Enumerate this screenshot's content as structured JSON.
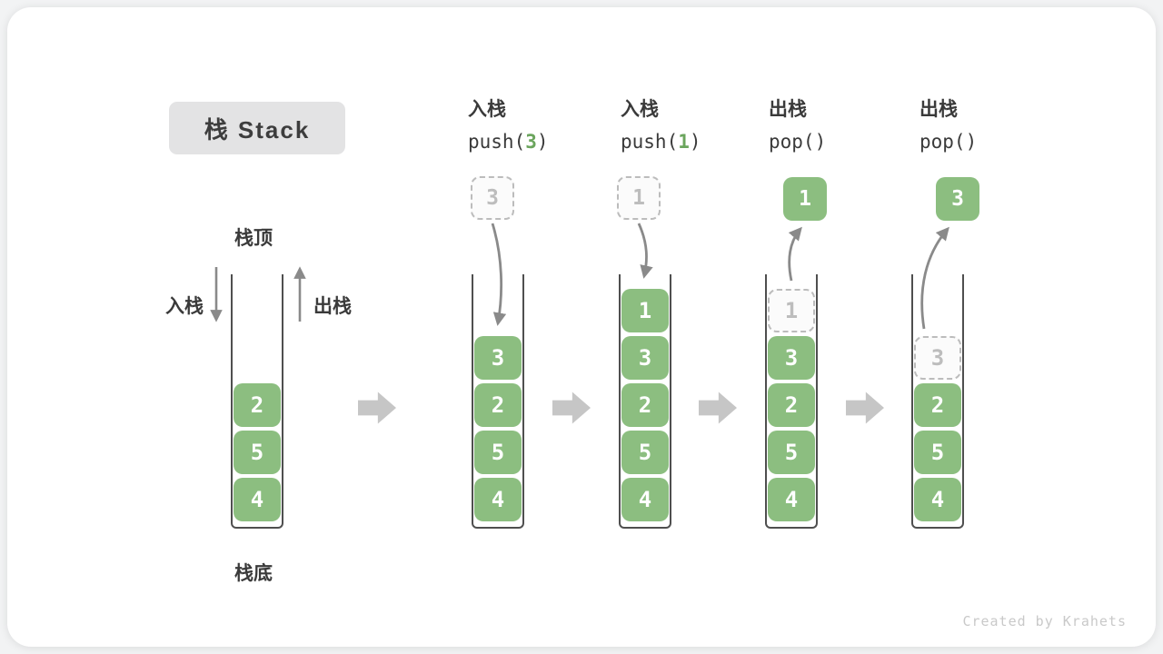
{
  "title_chip": {
    "label": "栈 Stack"
  },
  "diagram_labels": {
    "stack_top": "栈顶",
    "stack_bottom": "栈底",
    "push_side": "入栈",
    "pop_side": "出栈"
  },
  "operations": [
    {
      "label": "入栈",
      "code_pre": "push(",
      "code_arg": "3",
      "code_post": ")"
    },
    {
      "label": "入栈",
      "code_pre": "push(",
      "code_arg": "1",
      "code_post": ")"
    },
    {
      "label": "出栈",
      "code_pre": "pop()",
      "code_arg": "",
      "code_post": ""
    },
    {
      "label": "出栈",
      "code_pre": "pop()",
      "code_arg": "",
      "code_post": ""
    }
  ],
  "stacks": [
    {
      "name": "initial",
      "cells": [
        {
          "value": "2"
        },
        {
          "value": "5"
        },
        {
          "value": "4"
        }
      ]
    },
    {
      "name": "after-push-3",
      "floating": {
        "value": "3",
        "variant": "dashed"
      },
      "cells": [
        {
          "value": "3"
        },
        {
          "value": "2"
        },
        {
          "value": "5"
        },
        {
          "value": "4"
        }
      ]
    },
    {
      "name": "after-push-1",
      "floating": {
        "value": "1",
        "variant": "dashed"
      },
      "cells": [
        {
          "value": "1"
        },
        {
          "value": "3"
        },
        {
          "value": "2"
        },
        {
          "value": "5"
        },
        {
          "value": "4"
        }
      ]
    },
    {
      "name": "after-pop-1",
      "floating": {
        "value": "1",
        "variant": "solid"
      },
      "cells": [
        {
          "value": "1",
          "variant": "dashed"
        },
        {
          "value": "3"
        },
        {
          "value": "2"
        },
        {
          "value": "5"
        },
        {
          "value": "4"
        }
      ]
    },
    {
      "name": "after-pop-3",
      "floating": {
        "value": "3",
        "variant": "solid"
      },
      "cells": [
        {
          "value": "3",
          "variant": "dashed"
        },
        {
          "value": "2"
        },
        {
          "value": "5"
        },
        {
          "value": "4"
        }
      ]
    }
  ],
  "watermark": "Created by Krahets",
  "colors": {
    "cell_green": "#8cbe80",
    "code_arg_green": "#6ba55d",
    "arrow_gray": "#8a8a8a",
    "block_arrow_gray": "#c6c6c6",
    "chip_bg": "#e3e3e4",
    "dashed_border": "#bcbcbc"
  }
}
